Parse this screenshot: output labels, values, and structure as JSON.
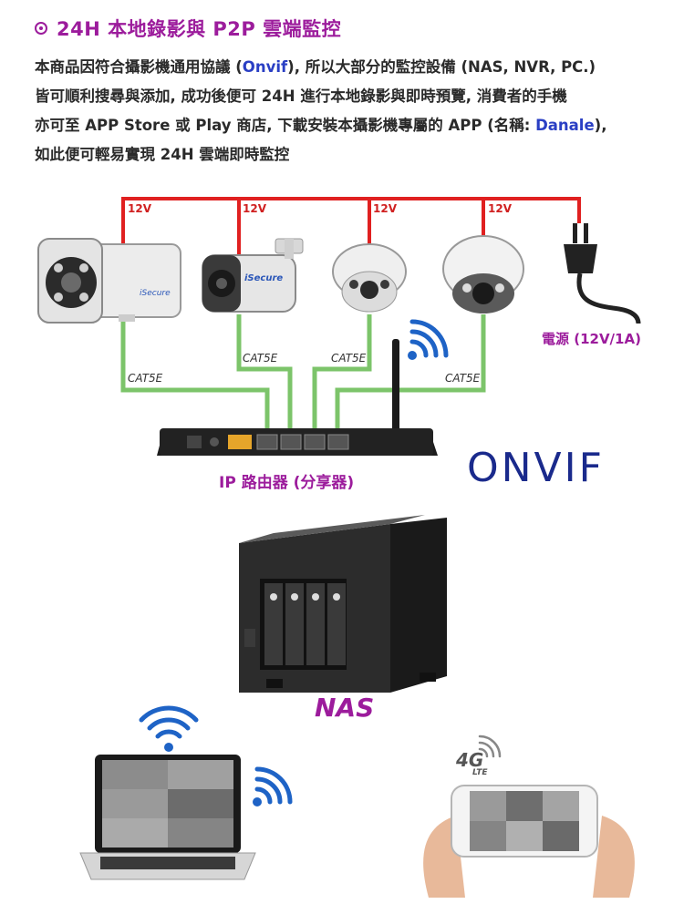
{
  "header": {
    "title": "24H 本地錄影與 P2P 雲端監控"
  },
  "description": {
    "line1_a": "本商品因符合攝影機通用協議 (",
    "line1_hl": "Onvif",
    "line1_b": "), 所以大部分的監控設備 (NAS, NVR, PC.)",
    "line2": "皆可順利搜尋與添加, 成功後便可 24H 進行本地錄影與即時預覽, 消費者的手機",
    "line3_a": "亦可至 APP Store 或 Play 商店, 下載安裝本攝影機專屬的 APP (名稱: ",
    "line3_hl": "Danale",
    "line3_b": "),",
    "line4": "如此便可輕易實現 24H 雲端即時監控"
  },
  "diagram": {
    "power_wire_labels": [
      "12V",
      "12V",
      "12V",
      "12V"
    ],
    "cable_labels": [
      "CAT5E",
      "CAT5E",
      "CAT5E",
      "CAT5E"
    ],
    "camera_brand": "iSecure",
    "power_label": "電源 (12V/1A)",
    "router_label": "IP 路由器 (分享器)",
    "protocol_logo": "ONVIF",
    "nas_label": "NAS",
    "mobile_badge": "4G",
    "mobile_badge_sub": "LTE",
    "colors": {
      "power_wire": "#e02020",
      "cable": "#7cc46a",
      "accent": "#9c1c9c",
      "wifi": "#1e63c6"
    }
  }
}
